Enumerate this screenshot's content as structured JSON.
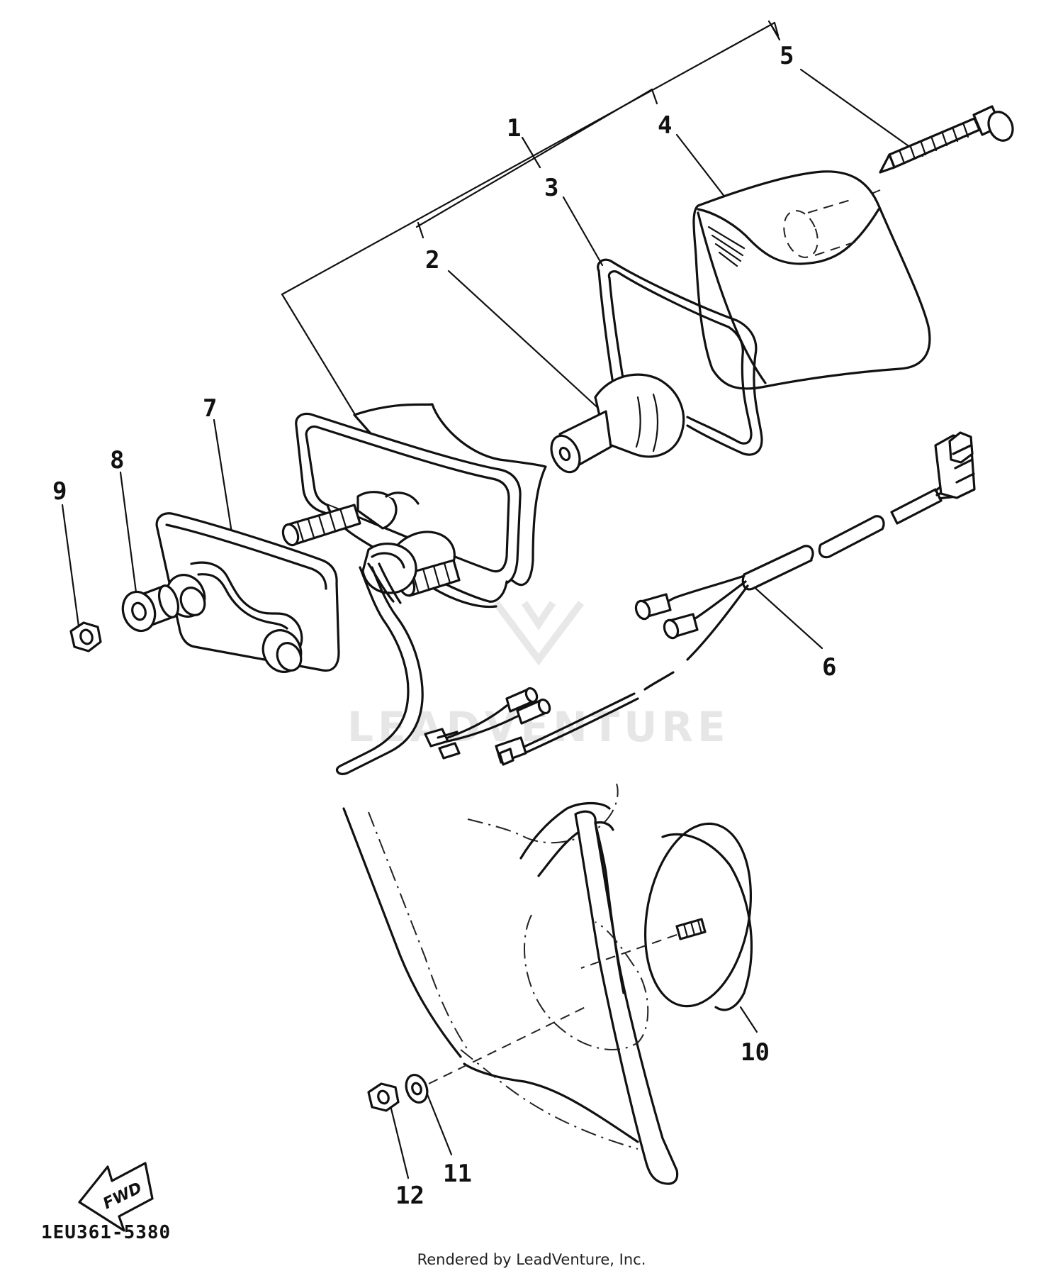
{
  "callouts": [
    {
      "id": "1",
      "label": "1"
    },
    {
      "id": "2",
      "label": "2"
    },
    {
      "id": "3",
      "label": "3"
    },
    {
      "id": "4",
      "label": "4"
    },
    {
      "id": "5",
      "label": "5"
    },
    {
      "id": "6",
      "label": "6"
    },
    {
      "id": "7",
      "label": "7"
    },
    {
      "id": "8",
      "label": "8"
    },
    {
      "id": "9",
      "label": "9"
    },
    {
      "id": "10",
      "label": "10"
    },
    {
      "id": "11",
      "label": "11"
    },
    {
      "id": "12",
      "label": "12"
    }
  ],
  "direction_label": "FWD",
  "diagram_code": "1EU361-5380",
  "watermark": "LEADVENTURE",
  "credit": "Rendered by LeadVenture, Inc."
}
